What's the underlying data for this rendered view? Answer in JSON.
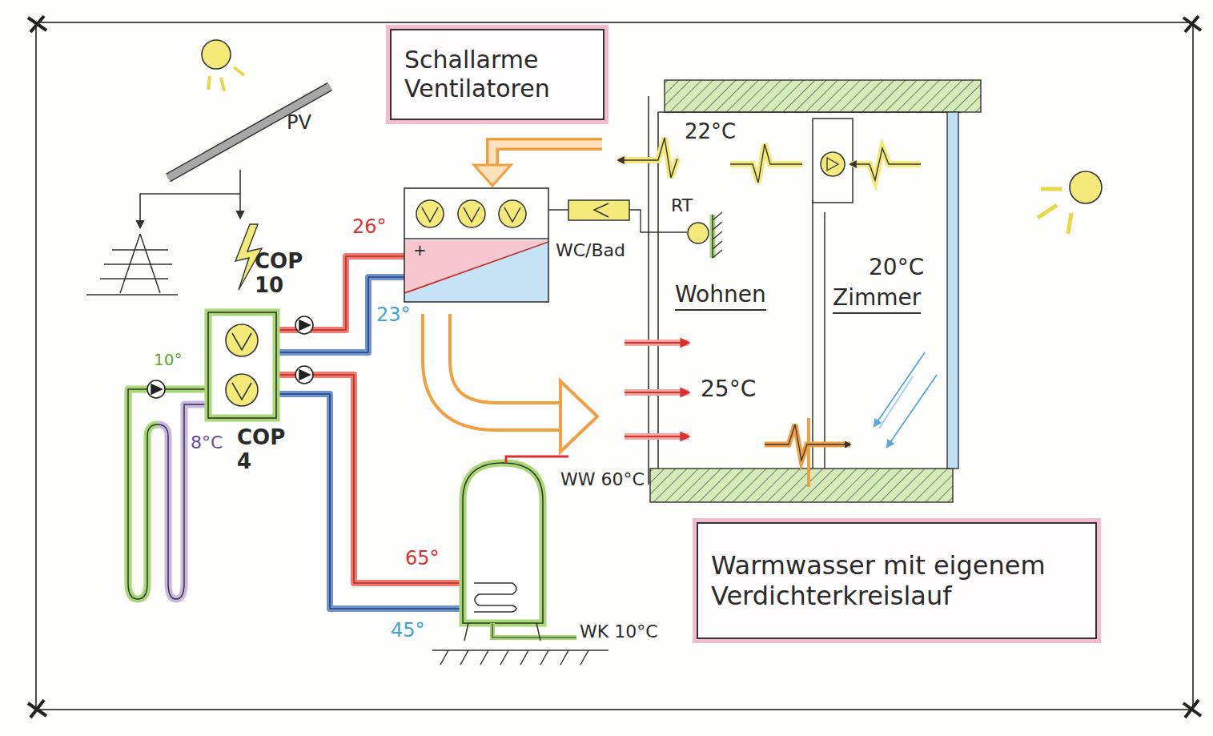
{
  "diagram": {
    "nodes": [
      {
        "text": [
          "Schallarme Ventilatoren"
        ]
      },
      {
        "text": [
          "Warmwasser mit eigenem Verdichterkreislauf"
        ]
      }
    ],
    "labels": [
      "PV",
      "COP 10",
      "COP 4",
      "26°",
      "23°",
      "10°",
      "8°C",
      "65°",
      "45°",
      "WW 60°C",
      "WK 10°C",
      "WC/Bad",
      "RT",
      "22°C",
      "Wohnen",
      "Zimmer",
      "20°C",
      "25°C",
      "+"
    ]
  }
}
